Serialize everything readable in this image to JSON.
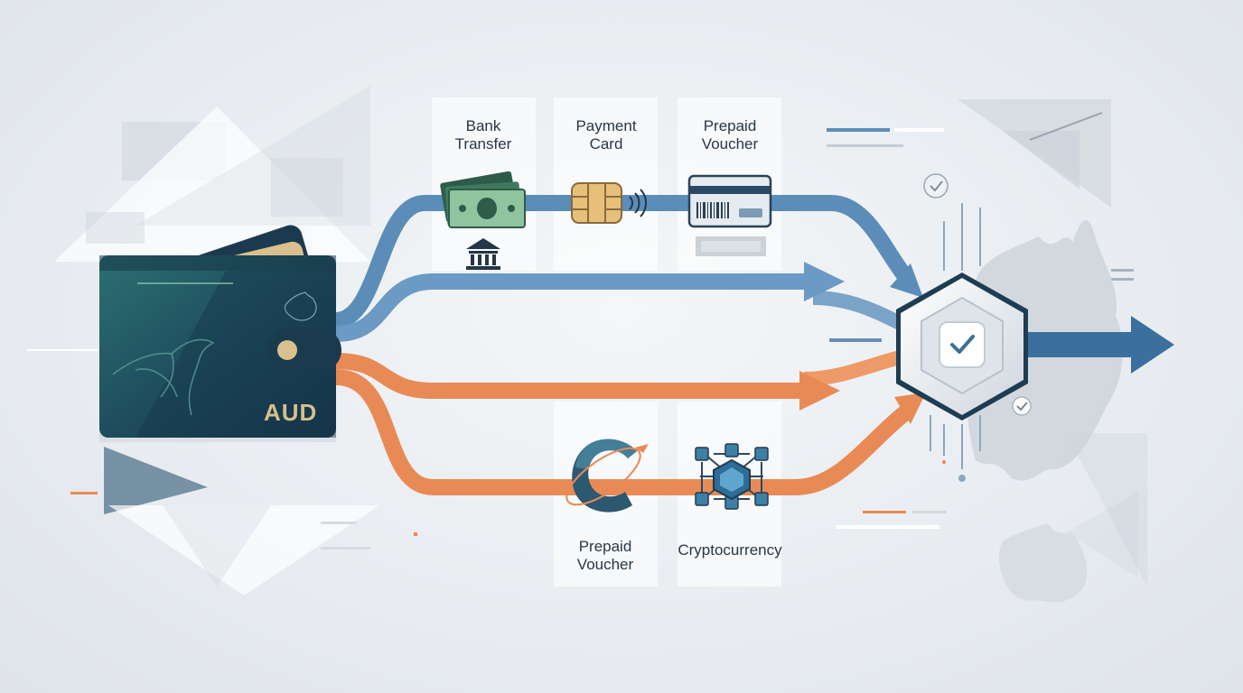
{
  "wallet": {
    "currency_label": "AUD"
  },
  "methods": {
    "bank_transfer": {
      "label": "Bank\nTransfer",
      "icon": "banknotes-icon",
      "secondary_icon": "bank-building-icon"
    },
    "payment_card": {
      "label": "Payment\nCard",
      "icon": "chip-contactless-icon"
    },
    "prepaid_voucher_top": {
      "label": "Prepaid\nVoucher",
      "icon": "voucher-card-icon"
    },
    "prepaid_voucher_bottom": {
      "label": "Prepaid\nVoucher",
      "icon": "c-coin-icon"
    },
    "cryptocurrency": {
      "label": "Cryptocurrency",
      "icon": "blockchain-icon"
    }
  },
  "hub": {
    "icon": "hexagon-checkmark-icon"
  },
  "colors": {
    "blue_flow": "#5b8db8",
    "orange_flow": "#e88a55",
    "wallet": "#1f4b5e",
    "dark_arrow": "#3a6f9e",
    "accent_gold": "#d7bf8c"
  }
}
